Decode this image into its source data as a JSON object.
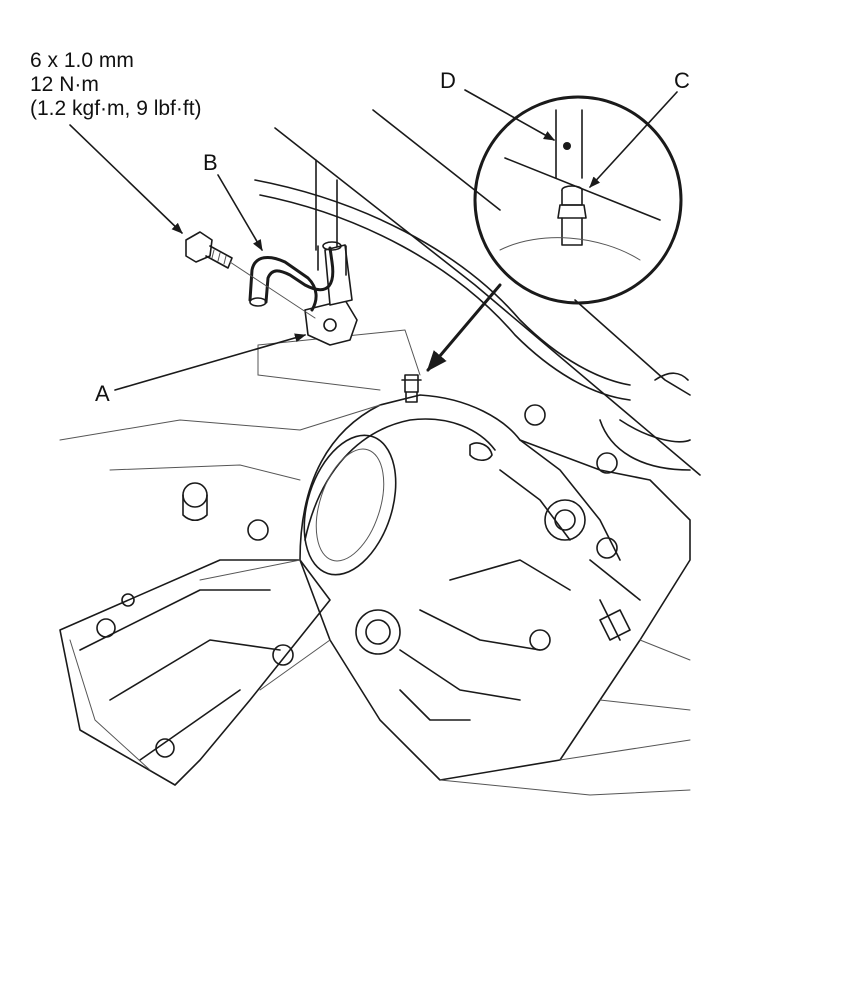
{
  "spec": {
    "line1": "6 x 1.0 mm",
    "line2": "12 N·m",
    "line3": "(1.2 kgf·m, 9 lbf·ft)"
  },
  "callouts": {
    "a": "A",
    "b": "B",
    "c": "C",
    "d": "D"
  },
  "line_color": "#1a1a1a",
  "background": "#ffffff"
}
